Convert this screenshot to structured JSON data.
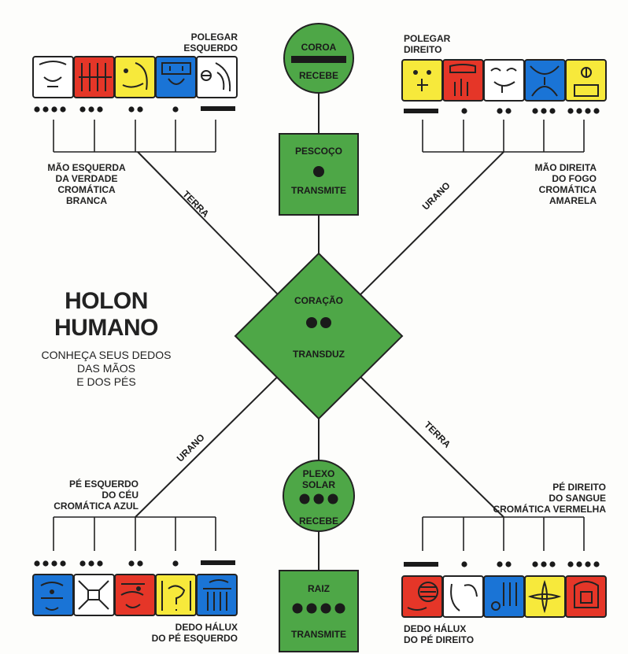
{
  "title": {
    "line1": "HOLON",
    "line2": "HUMANO"
  },
  "subtitle": {
    "line1": "CONHEÇA SEUS DEDOS",
    "line2": "DAS MÃOS",
    "line3": "E DOS PÉS"
  },
  "nodes": {
    "coroa": {
      "name": "COROA",
      "action": "RECEBE"
    },
    "pescoco": {
      "name": "PESCOÇO",
      "action": "TRANSMITE"
    },
    "coracao": {
      "name": "CORAÇÃO",
      "action": "TRANSDUZ"
    },
    "plexo": {
      "name1": "PLEXO",
      "name2": "SOLAR",
      "action": "RECEBE"
    },
    "raiz": {
      "name": "RAIZ",
      "action": "TRANSMITE"
    }
  },
  "lines": {
    "terra_top": "TERRA",
    "urano_top": "URANO",
    "urano_bottom": "URANO",
    "terra_bottom": "TERRA"
  },
  "groups": {
    "left_hand": {
      "line1": "MÃO ESQUERDA",
      "line2": "DA VERDADE",
      "line3": "CROMÁTICA",
      "line4": "BRANCA",
      "thumb1": "POLEGAR",
      "thumb2": "ESQUERDO"
    },
    "right_hand": {
      "line1": "MÃO DIREITA",
      "line2": "DO FOGO",
      "line3": "CROMÁTICA",
      "line4": "AMARELA",
      "thumb1": "POLEGAR",
      "thumb2": "DIREITO"
    },
    "left_foot": {
      "line1": "PÉ ESQUERDO",
      "line2": "DO CÉU",
      "line3": "CROMÁTICA AZUL",
      "toe1": "DEDO HÁLUX",
      "toe2": "DO PÉ ESQUERDO"
    },
    "right_foot": {
      "line1": "PÉ DIREITO",
      "line2": "DO SANGUE",
      "line3": "CROMÁTICA VERMELHA",
      "toe1": "DEDO HÁLUX",
      "toe2": "DO PÉ DIREITO"
    }
  },
  "colors": {
    "green": "#4ea747",
    "red": "#e53628",
    "yellow": "#f7e93b",
    "blue": "#1a74d6",
    "white": "#ffffff",
    "line": "#222222"
  }
}
